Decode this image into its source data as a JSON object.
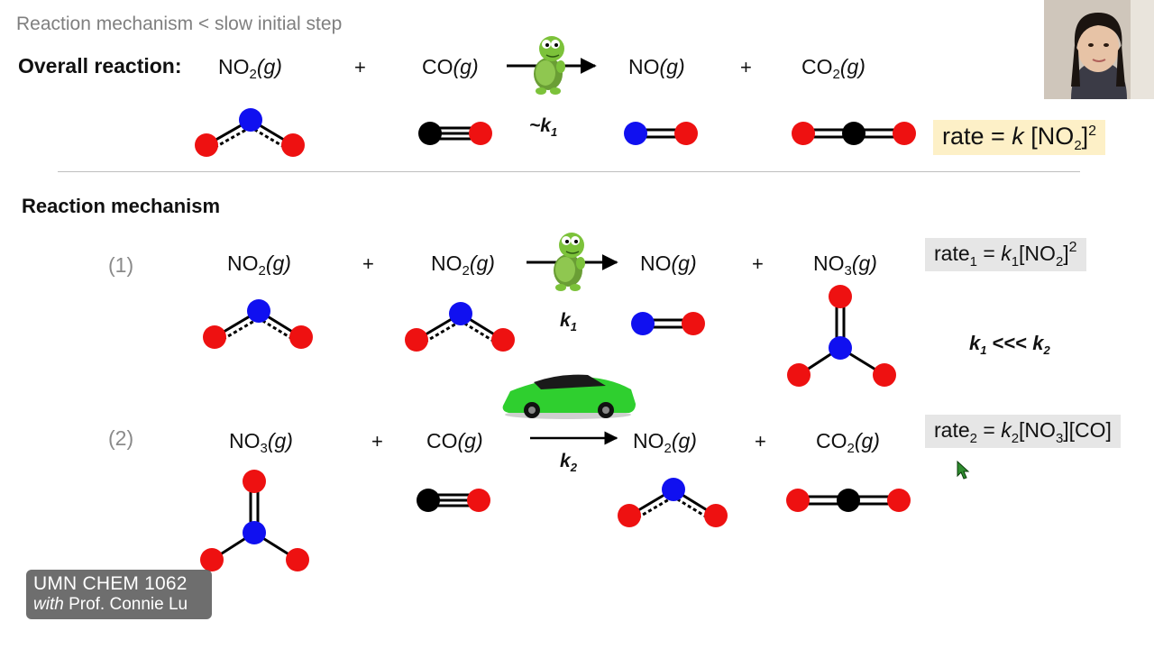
{
  "header": {
    "subtitle": "Reaction mechanism < slow initial step"
  },
  "overall": {
    "label": "Overall reaction:",
    "reactant1": {
      "formula": "NO",
      "sub": "2",
      "phase": "(g)"
    },
    "plus1": "+",
    "reactant2": {
      "formula": "CO",
      "sub": "",
      "phase": "(g)"
    },
    "product1": {
      "formula": "NO",
      "sub": "",
      "phase": "(g)"
    },
    "plus2": "+",
    "product2": {
      "formula": "CO",
      "sub": "2",
      "phase": "(g)"
    },
    "k_prefix": "~k",
    "k_sub": "1",
    "rate": {
      "prefix": "rate = ",
      "k": "k",
      "bracket_open": " [NO",
      "sub": "2",
      "bracket_close": "]",
      "sup": "2"
    }
  },
  "mechanism": {
    "title": "Reaction mechanism",
    "step1": {
      "number": "(1)",
      "reactant1": {
        "formula": "NO",
        "sub": "2",
        "phase": "(g)"
      },
      "plus1": "+",
      "reactant2": {
        "formula": "NO",
        "sub": "2",
        "phase": "(g)"
      },
      "product1": {
        "formula": "NO",
        "sub": "",
        "phase": "(g)"
      },
      "plus2": "+",
      "product2": {
        "formula": "NO",
        "sub": "3",
        "phase": "(g)"
      },
      "k": "k",
      "k_sub": "1",
      "rate": {
        "prefix": "rate",
        "prefix_sub": "1",
        "eq": " = ",
        "k": "k",
        "k_sub": "1",
        "body": "[NO",
        "body_sub": "2",
        "close": "]",
        "sup": "2"
      }
    },
    "step2": {
      "number": "(2)",
      "reactant1": {
        "formula": "NO",
        "sub": "3",
        "phase": "(g)"
      },
      "plus1": "+",
      "reactant2": {
        "formula": "CO",
        "sub": "",
        "phase": "(g)"
      },
      "product1": {
        "formula": "NO",
        "sub": "2",
        "phase": "(g)"
      },
      "plus2": "+",
      "product2": {
        "formula": "CO",
        "sub": "2",
        "phase": "(g)"
      },
      "k": "k",
      "k_sub": "2",
      "rate": {
        "prefix": "rate",
        "prefix_sub": "2",
        "eq": " = ",
        "k": "k",
        "k_sub": "2",
        "body": "[NO",
        "body_sub": "3",
        "close": "][CO]"
      }
    },
    "comparison": {
      "k_a": "k",
      "k_a_sub": "1",
      "op": " <<< ",
      "k_b": "k",
      "k_b_sub": "2"
    }
  },
  "atom_colors": {
    "nitrogen": "#1010f0",
    "oxygen": "#ee1111",
    "carbon": "#000000"
  },
  "colors": {
    "rate_highlight": "#fdf0c7",
    "rate_step_bg": "#e6e6e6",
    "turtle": "#7cc23a",
    "car": "#2fcf2f"
  },
  "watermark": {
    "line1": "UMN CHEM 1062",
    "with": "with",
    "line2": "Prof. Connie Lu"
  }
}
